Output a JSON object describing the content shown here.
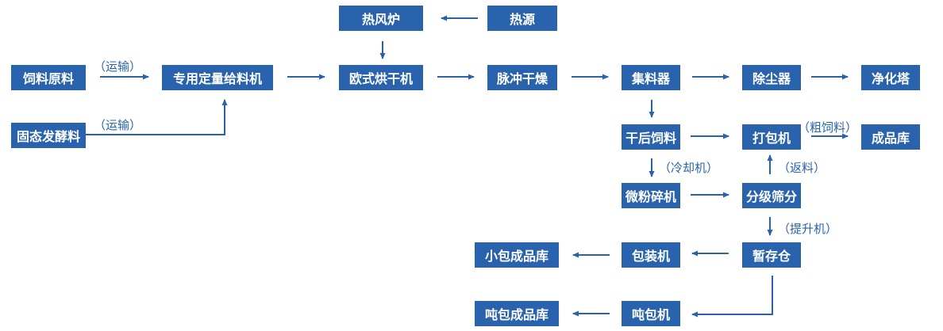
{
  "colors": {
    "box_fill": "#2a63ad",
    "box_text": "#ffffff",
    "arrow": "#2a63ad",
    "label": "#2a63ad"
  },
  "nodes": {
    "feed_raw": "饲料原料",
    "solid_ferment": "固态发酵料",
    "feeder": "专用定量给料机",
    "hot_air_furnace": "热风炉",
    "heat_source": "热源",
    "dryer": "欧式烘干机",
    "pulse_dryer": "脉冲干燥",
    "collector": "集料器",
    "dust_remover": "除尘器",
    "purify_tower": "净化塔",
    "dried_feed": "干后饲料",
    "packer": "打包机",
    "finished_store": "成品库",
    "micro_crusher": "微粉碎机",
    "grader": "分级筛分",
    "temp_bin": "暂存仓",
    "packing_machine": "包装机",
    "small_bag_store": "小包成品库",
    "ton_bag_machine": "吨包机",
    "ton_bag_store": "吨包成品库"
  },
  "edge_labels": {
    "transport_1": "（运输）",
    "transport_2": "（运输）",
    "coarse": "（粗饲料）",
    "cooling": "（冷却机）",
    "return": "（返料）",
    "lift": "（提升机）"
  }
}
